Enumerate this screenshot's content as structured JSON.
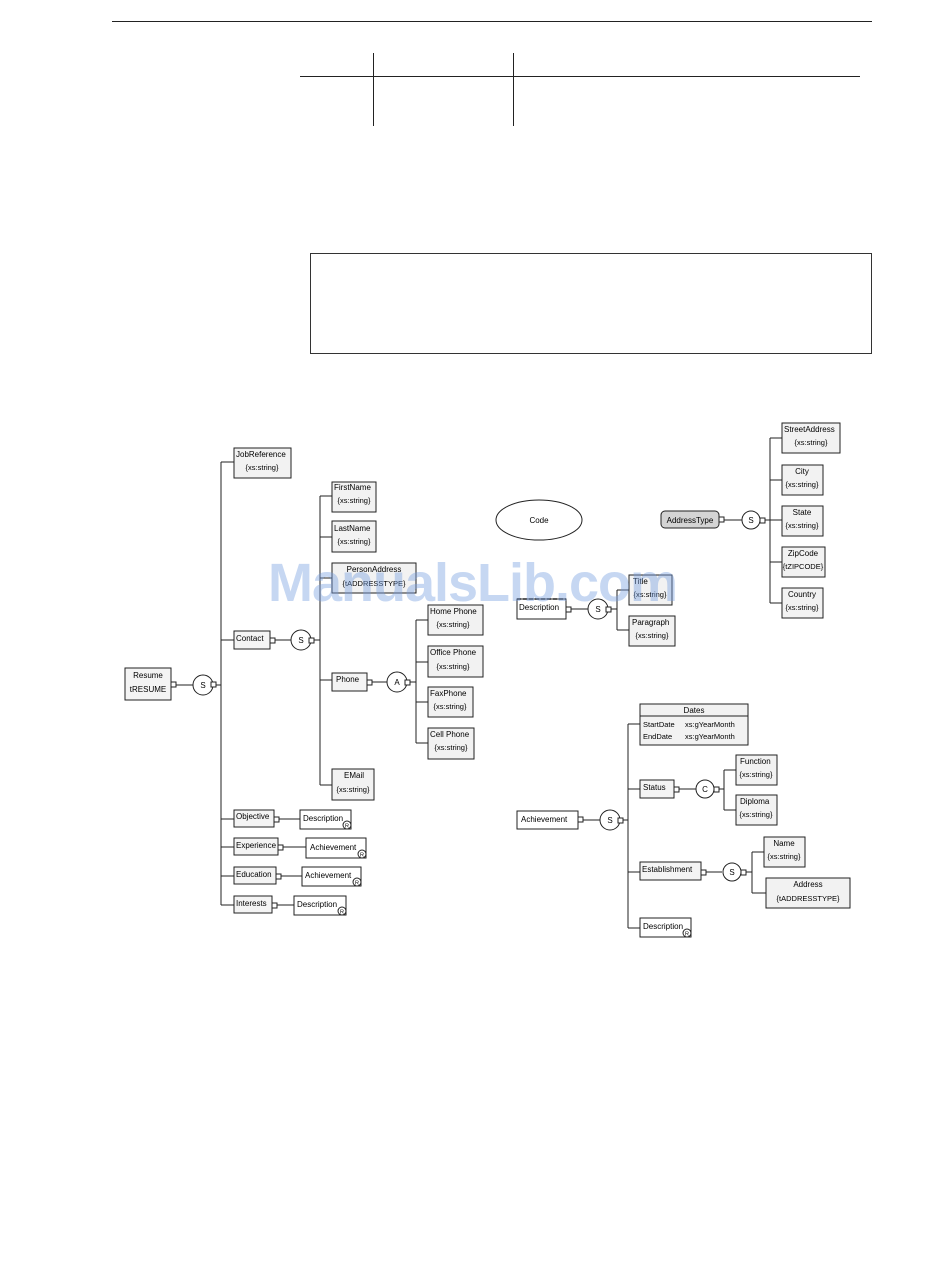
{
  "watermark": "ManualsLib.com",
  "diagram": {
    "resume": {
      "name": "Resume",
      "type": "tRESUME"
    },
    "job_reference": {
      "name": "JobReference",
      "type": "{xs:string}"
    },
    "contact": {
      "name": "Contact"
    },
    "first_name": {
      "name": "FirstName",
      "type": "{xs:string}"
    },
    "last_name": {
      "name": "LastName",
      "type": "{xs:string}"
    },
    "person_address": {
      "name": "PersonAddress",
      "type": "{tADDRESSTYPE}"
    },
    "phone": {
      "name": "Phone"
    },
    "home_phone": {
      "name": "Home Phone",
      "type": "{xs:string}"
    },
    "office_phone": {
      "name": "Office Phone",
      "type": "{xs:string}"
    },
    "fax_phone": {
      "name": "FaxPhone",
      "type": "{xs:string}"
    },
    "cell_phone": {
      "name": "Cell Phone",
      "type": "{xs:string}"
    },
    "email": {
      "name": "EMail",
      "type": "{xs:string}"
    },
    "objective": {
      "name": "Objective",
      "child": "Description"
    },
    "experience": {
      "name": "Experience",
      "child": "Achievement"
    },
    "education": {
      "name": "Education",
      "child": "Achievement"
    },
    "interests": {
      "name": "Interests",
      "child": "Description"
    },
    "code": {
      "name": "Code"
    },
    "description": {
      "name": "Description"
    },
    "title": {
      "name": "Title",
      "type": "{xs:string}"
    },
    "paragraph": {
      "name": "Paragraph",
      "type": "{xs:string}"
    },
    "address_type": {
      "name": "AddressType"
    },
    "street_address": {
      "name": "StreetAddress",
      "type": "{xs:string}"
    },
    "city": {
      "name": "City",
      "type": "{xs:string}"
    },
    "state": {
      "name": "State",
      "type": "{xs:string}"
    },
    "zip_code": {
      "name": "ZipCode",
      "type": "{tZIPCODE}"
    },
    "country": {
      "name": "Country",
      "type": "{xs:string}"
    },
    "achievement": {
      "name": "Achievement"
    },
    "dates": {
      "name": "Dates",
      "start": "StartDate",
      "start_type": "xs:gYearMonth",
      "end": "EndDate",
      "end_type": "xs:gYearMonth"
    },
    "status": {
      "name": "Status"
    },
    "function": {
      "name": "Function",
      "type": "{xs:string}"
    },
    "diploma": {
      "name": "Diploma",
      "type": "{xs:string}"
    },
    "establishment": {
      "name": "Establishment"
    },
    "est_name": {
      "name": "Name",
      "type": "{xs:string}"
    },
    "est_address": {
      "name": "Address",
      "type": "{tADDRESSTYPE}"
    },
    "description2": {
      "name": "Description"
    },
    "compositors": {
      "sequence": "S",
      "all": "A",
      "choice": "C",
      "ref": "R"
    }
  }
}
